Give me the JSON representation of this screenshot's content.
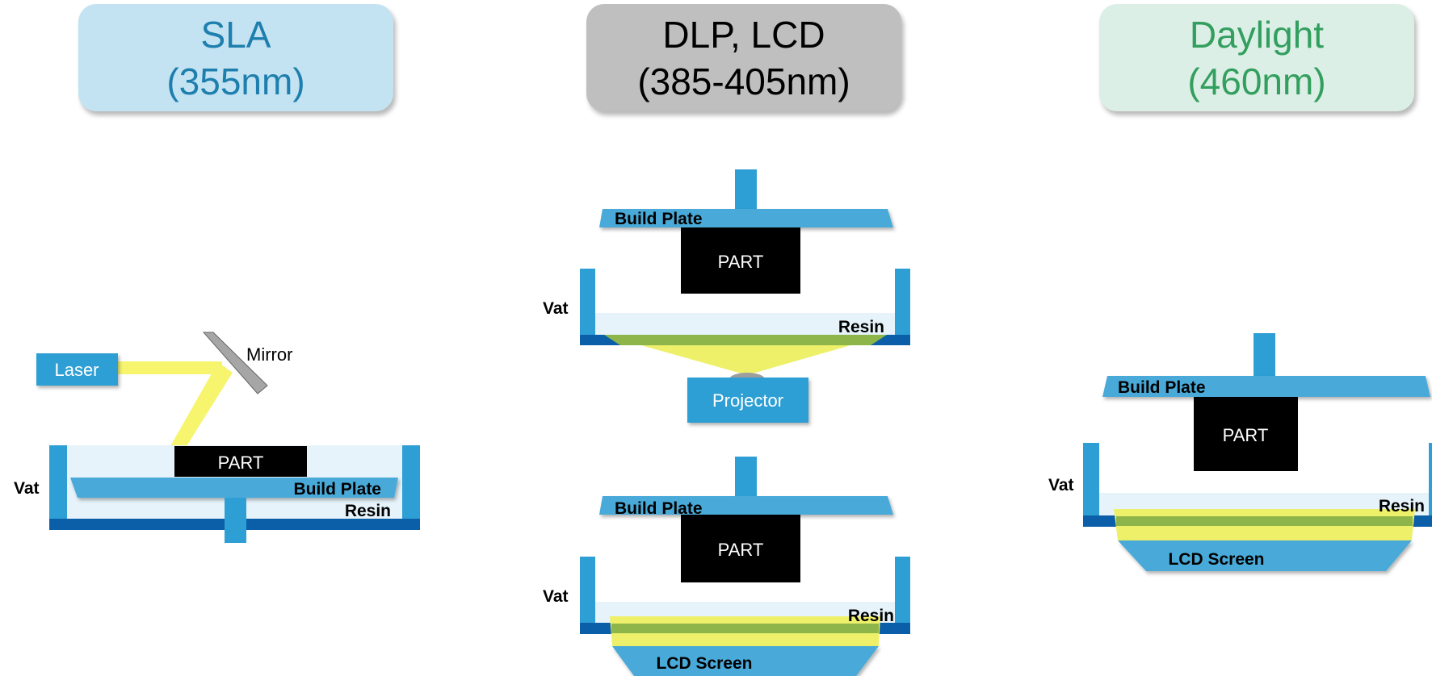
{
  "headers": {
    "sla": {
      "line1": "SLA",
      "line2": "(355nm)"
    },
    "dlp_lcd": {
      "line1": "DLP, LCD",
      "line2": "(385-405nm)"
    },
    "daylight": {
      "line1": "Daylight",
      "line2": "(460nm)"
    }
  },
  "labels": {
    "laser": "Laser",
    "mirror": "Mirror",
    "vat": "Vat",
    "part": "PART",
    "build_plate": "Build Plate",
    "resin": "Resin",
    "projector": "Projector",
    "lcd_screen": "LCD Screen"
  },
  "colors": {
    "light_blue": "#2e9fd4",
    "plate_blue": "#4aaad9",
    "dark_blue": "#0a5fa8",
    "resin": "#e6f3fa",
    "light_beam": "#eef06a",
    "green_layer": "#8db54a",
    "mirror_gray": "#a6a6a6",
    "part_black": "#000000"
  }
}
